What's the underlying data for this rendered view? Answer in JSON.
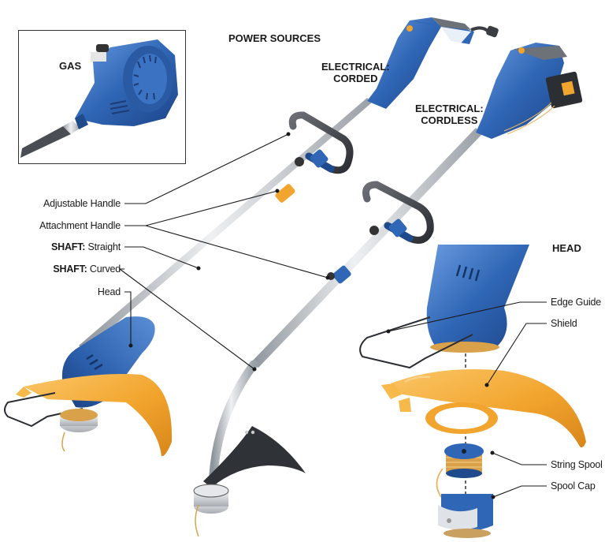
{
  "diagram": {
    "subject": "String trimmer parts",
    "colors": {
      "body_blue": "#2f66b5",
      "body_blue_dark": "#1f4a8c",
      "body_blue_light": "#5a8fd6",
      "shield_orange": "#f2a52e",
      "shield_orange_dark": "#d8861a",
      "shaft_grey": "#b9bec4",
      "handle_black": "#3a3d42",
      "leader_line": "#1a1a1a"
    },
    "section_titles": {
      "power_sources": "POWER SOURCES",
      "head": "HEAD"
    },
    "power_sources": [
      {
        "id": "gas",
        "line1": "GAS",
        "line2": ""
      },
      {
        "id": "corded",
        "line1": "ELECTRICAL:",
        "line2": "CORDED"
      },
      {
        "id": "cordless",
        "line1": "ELECTRICAL:",
        "line2": "CORDLESS"
      }
    ],
    "left_labels": [
      {
        "id": "adjustable-handle",
        "bold": "",
        "text": "Adjustable Handle"
      },
      {
        "id": "attachment-handle",
        "bold": "",
        "text": "Attachment Handle"
      },
      {
        "id": "shaft-straight",
        "bold": "SHAFT:",
        "text": " Straight"
      },
      {
        "id": "shaft-curved",
        "bold": "SHAFT:",
        "text": " Curved"
      },
      {
        "id": "head",
        "bold": "",
        "text": "Head"
      }
    ],
    "head_labels": [
      {
        "id": "edge-guide",
        "text": "Edge Guide"
      },
      {
        "id": "shield",
        "text": "Shield"
      },
      {
        "id": "string-spool",
        "text": "String Spool"
      },
      {
        "id": "spool-cap",
        "text": "Spool Cap"
      }
    ]
  }
}
